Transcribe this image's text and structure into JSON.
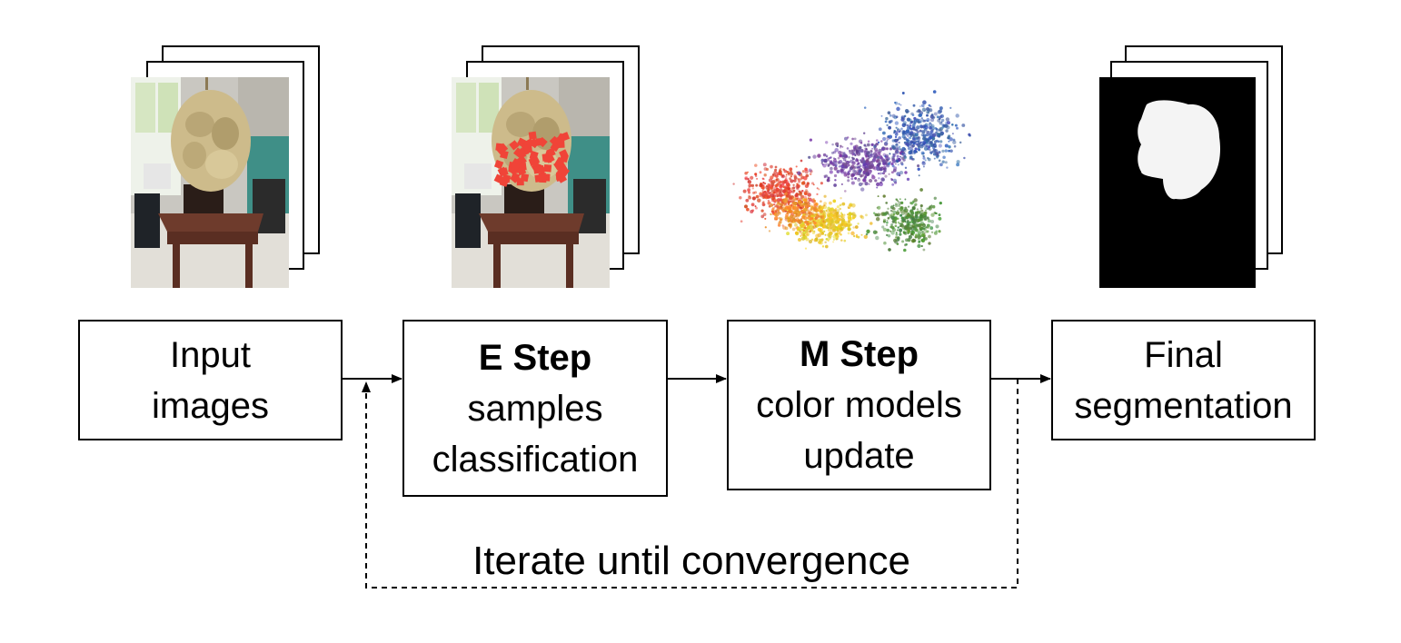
{
  "steps": {
    "input": {
      "line1": "Input",
      "line2": "images"
    },
    "e_step": {
      "title": "E Step",
      "line1": "samples",
      "line2": "classification"
    },
    "m_step": {
      "title": "M Step",
      "line1": "color models",
      "line2": "update"
    },
    "final": {
      "line1": "Final",
      "line2": "segmentation"
    }
  },
  "loop": {
    "label": "Iterate until convergence"
  },
  "colors": {
    "stroke": "#000000",
    "samples": "#f04438",
    "mask_foreground": "#f4f4f4",
    "mask_background": "#000000"
  },
  "icons": {
    "input_thumbnail": "photo-stack-icon",
    "e_step_thumbnail": "photo-stack-with-samples-icon",
    "m_step_thumbnail": "color-point-cloud-icon",
    "final_thumbnail": "mask-stack-icon"
  }
}
